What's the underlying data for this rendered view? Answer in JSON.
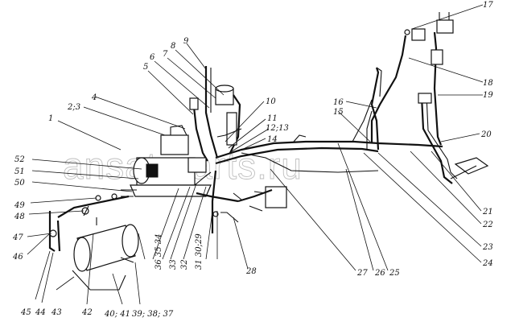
{
  "watermark": "ansat-parts.ru",
  "callouts": {
    "c1": "1",
    "c2_3": "2;3",
    "c4": "4",
    "c5": "5",
    "c6": "6",
    "c7": "7",
    "c8": "8",
    "c9": "9",
    "c10": "10",
    "c11": "11",
    "c12_13": "12;13",
    "c14": "14",
    "c15": "15",
    "c16": "16",
    "c17": "17",
    "c18": "18",
    "c19": "19",
    "c20": "20",
    "c21": "21",
    "c22": "22",
    "c23": "23",
    "c24": "24",
    "c25": "25",
    "c26": "26",
    "c27": "27",
    "c28": "28",
    "c29_31": "31 30;29",
    "c32": "32",
    "c33": "33",
    "c34_36": "36 35 34",
    "c37_39": "39; 38; 37",
    "c40_41": "40; 41",
    "c42": "42",
    "c43": "43",
    "c44": "44",
    "c45": "45",
    "c46": "46",
    "c47": "47",
    "c48": "48",
    "c49": "49",
    "c50": "50",
    "c51": "51",
    "c52": "52"
  }
}
